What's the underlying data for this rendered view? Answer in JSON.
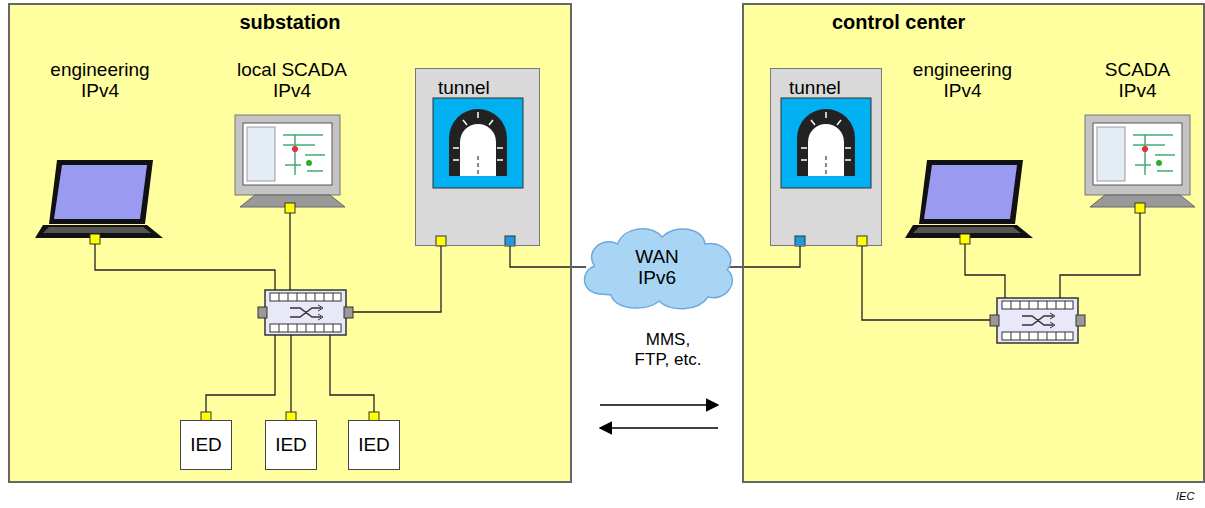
{
  "diagram": {
    "nodes": [
      {
        "text": [
          "substation"
        ]
      },
      {
        "text": [
          "engineering IPv4"
        ],
        "in": 0
      },
      {
        "text": [
          "local SCADA IPv4"
        ],
        "in": 0
      },
      {
        "text": [
          "tunnel"
        ],
        "in": 0
      },
      {
        "text": [
          "IED"
        ],
        "in": 0
      },
      {
        "text": [
          "IED"
        ],
        "in": 0
      },
      {
        "text": [
          "IED"
        ],
        "in": 0
      },
      {
        "text": [
          "WAN IPv6"
        ]
      },
      {
        "text": [
          "control center"
        ]
      },
      {
        "text": [
          "tunnel"
        ],
        "in": 8
      },
      {
        "text": [
          "engineering IPv4"
        ],
        "in": 8
      },
      {
        "text": [
          "SCADA IPv4"
        ],
        "in": 8
      }
    ],
    "edges": [
      {
        "from": 3,
        "to": 7,
        "arrow": "none"
      },
      {
        "from": 7,
        "to": 9,
        "arrow": "none"
      }
    ],
    "labels": [
      "MMS, FTP, etc.",
      "IEC"
    ]
  }
}
